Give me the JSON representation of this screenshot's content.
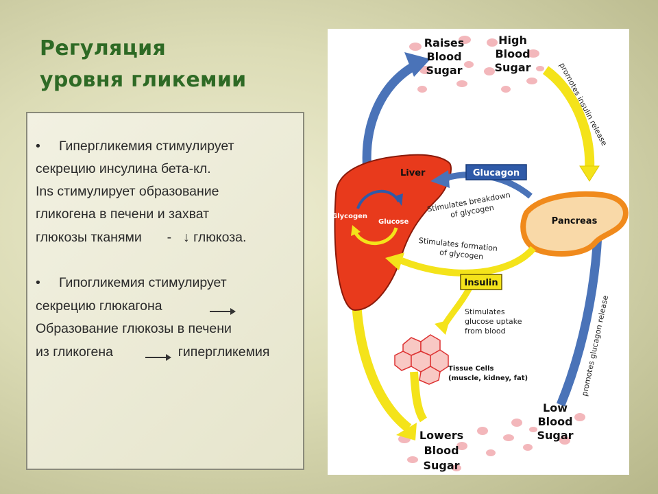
{
  "slide": {
    "title_line1": "Регуляция",
    "title_line2": "уровня гликемии"
  },
  "text": {
    "bullet": "•",
    "p1_l1": "Гипергликемия стимулирует",
    "p1_l2": "секрецию инсулина бета-кл.",
    "p1_l3": "Ins стимулирует образование",
    "p1_l4": "гликогена в печени и захват",
    "p1_l5a": "глюкозы тканями",
    "p1_l5b": "-",
    "p1_l5c": "↓ глюкоза.",
    "p2_l1": "Гипогликемия стимулирует",
    "p2_l2": "секрецию глюкагона",
    "p2_l3": "Образование глюкозы в печени",
    "p2_l4a": "из гликогена",
    "p2_l4b": "гипергликемия"
  },
  "diagram": {
    "raises": [
      "Raises",
      "Blood",
      "Sugar"
    ],
    "high": [
      "High",
      "Blood",
      "Sugar"
    ],
    "low": [
      "Low",
      "Blood",
      "Sugar"
    ],
    "lowers": [
      "Lowers",
      "Blood",
      "Sugar"
    ],
    "liver": "Liver",
    "glycogen": "Glycogen",
    "glucose": "Glucose",
    "glucagon": "Glucagon",
    "insulin": "Insulin",
    "pancreas": "Pancreas",
    "breakdown": [
      "Stimulates breakdown",
      "of glycogen"
    ],
    "formation": [
      "Stimulates formation",
      "of glycogen"
    ],
    "uptake": [
      "Stimulates",
      "glucose uptake",
      "from blood"
    ],
    "tissue": [
      "Tissue Cells",
      "(muscle, kidney, fat)"
    ],
    "insulin_release": "promotes insulin release",
    "glucagon_release": "promotes glucagon release"
  },
  "colors": {
    "title": "#2e6a25",
    "liver": "#e83a1c",
    "pancreas": "#f6a13a",
    "yellow_arrow": "#f4e31a",
    "blue_arrow": "#4a73b8",
    "label_bg": "#2f5aa8"
  }
}
